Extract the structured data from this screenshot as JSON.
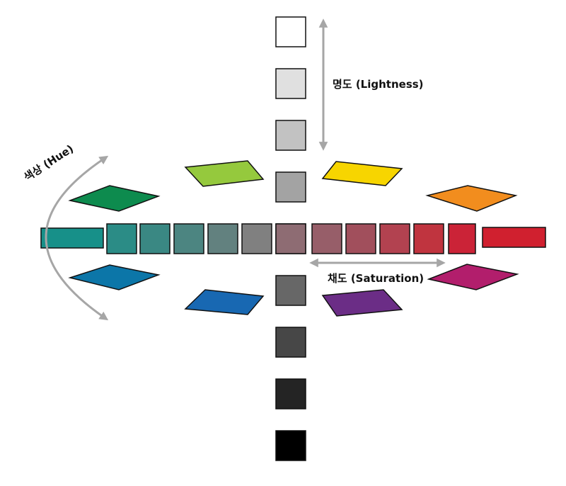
{
  "labels": {
    "lightness": "명도 (Lightness)",
    "saturation": "채도 (Saturation)",
    "hue": "색상 (Hue)"
  },
  "colors": {
    "arrow": "#a6a6a6",
    "outline": "#111111",
    "lightness_column": [
      "#ffffff",
      "#e0e0e0",
      "#c2c2c2",
      "#a3a3a3",
      "#868686",
      "#676767",
      "#474747",
      "#242424",
      "#000000"
    ],
    "saturation_row": [
      "#179089",
      "#2b8c86",
      "#3a8883",
      "#4c8581",
      "#62817f",
      "#808080",
      "#8e6c73",
      "#975e69",
      "#a14f5c",
      "#b24250",
      "#c0343f",
      "#cb2337",
      "#d0202f"
    ],
    "hue_diamonds_left": [
      "#95c93d",
      "#0d8b4e",
      "#0c76a8",
      "#1868b2"
    ],
    "hue_diamonds_right": [
      "#f7d500",
      "#f28d1e",
      "#b21e6c",
      "#6b2d86"
    ]
  }
}
